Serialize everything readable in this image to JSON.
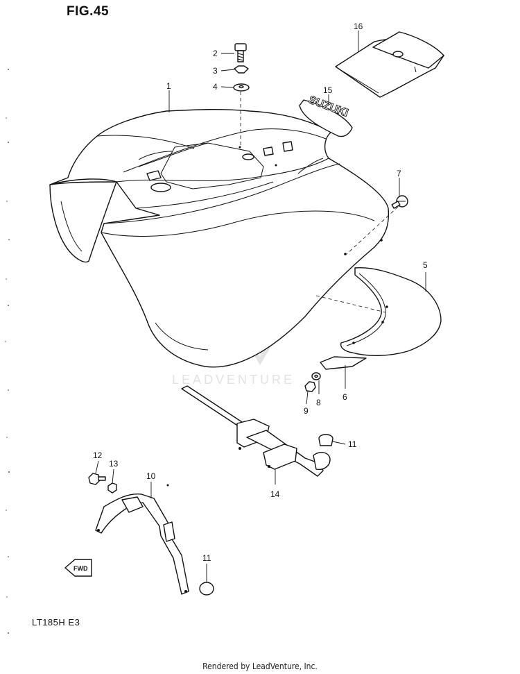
{
  "figure": {
    "title": "FIG.45",
    "model": "LT185H E3"
  },
  "watermark": {
    "text": "LEADVENTURE"
  },
  "footer": {
    "credit": "Rendered by LeadVenture, Inc."
  },
  "emblem": {
    "text": "SUZUKI"
  },
  "fwd_badge": {
    "text": "FWD"
  },
  "callouts": [
    {
      "id": "1",
      "label": "1"
    },
    {
      "id": "2",
      "label": "2"
    },
    {
      "id": "3",
      "label": "3"
    },
    {
      "id": "4",
      "label": "4"
    },
    {
      "id": "5",
      "label": "5"
    },
    {
      "id": "6",
      "label": "6"
    },
    {
      "id": "7",
      "label": "7"
    },
    {
      "id": "8",
      "label": "8"
    },
    {
      "id": "9",
      "label": "9"
    },
    {
      "id": "10",
      "label": "10"
    },
    {
      "id": "11a",
      "label": "11"
    },
    {
      "id": "11b",
      "label": "11"
    },
    {
      "id": "12",
      "label": "12"
    },
    {
      "id": "13",
      "label": "13"
    },
    {
      "id": "14",
      "label": "14"
    },
    {
      "id": "15",
      "label": "15"
    },
    {
      "id": "16",
      "label": "16"
    }
  ]
}
